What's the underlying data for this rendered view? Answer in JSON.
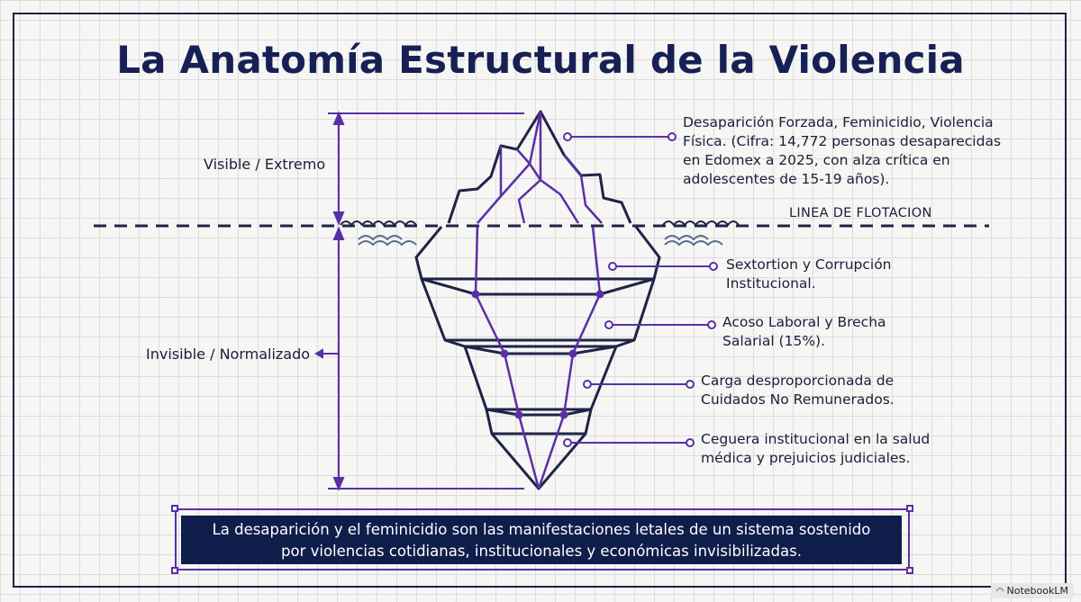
{
  "title": "La Anatomía Estructural de la Violencia",
  "labels": {
    "visible": "Visible / Extremo",
    "invisible": "Invisible / Normalizado",
    "waterline": "LINEA DE FLOTACION"
  },
  "callouts": [
    "Desaparición Forzada, Feminicidio, Violencia\nFísica. (Cifra: 14,772 personas desaparecidas\nen Edomex a 2025, con alza crítica en\nadolescentes de 15-19 años).",
    "Sextortion y Corrupción\nInstitucional.",
    "Acoso Laboral y Brecha\nSalarial (15%).",
    "Carga desproporcionada de\nCuidados No Remunerados.",
    "Ceguera institucional en la salud\nmédica y prejuicios judiciales."
  ],
  "banner": "La desaparición y el feminicidio son las manifestaciones letales de un sistema sostenido\npor violencias cotidianas, institucionales y económicas invisibilizadas.",
  "brand": "NotebookLM",
  "colors": {
    "navy": "#1f2447",
    "purple": "#5a2fa6",
    "banner": "#0f1d4a"
  }
}
